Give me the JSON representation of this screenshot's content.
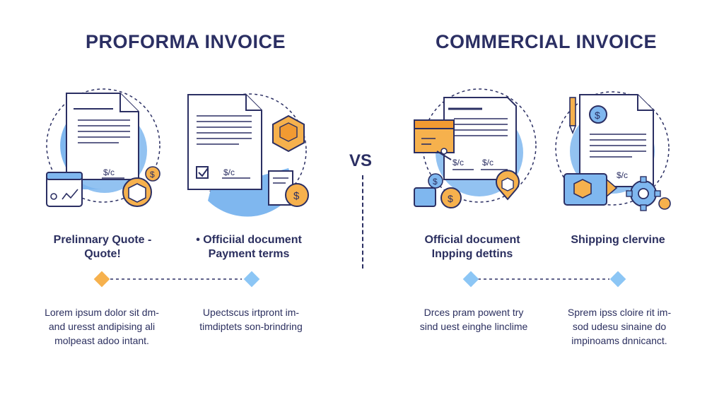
{
  "left": {
    "title": "PROFORMA INVOICE",
    "items": [
      {
        "label_line1": "Prelinnary Quote -",
        "label_line2": "Quote!",
        "desc_line1": "Lorem ipsum dolor sit dm-",
        "desc_line2": "and uresst andipising ali",
        "desc_line3": "molpeast adoo intant."
      },
      {
        "label_line1": "• Officiial document",
        "label_line2": "Payment terms",
        "desc_line1": "Upectscus irtpront im-",
        "desc_line2": "timdiptets son-brindring",
        "desc_line3": ""
      }
    ]
  },
  "vs": "VS",
  "right": {
    "title": "COMMERCIAL INVOICE",
    "items": [
      {
        "label_line1": "Official document",
        "label_line2": "Inpping dettins",
        "desc_line1": "Drces pram powent try",
        "desc_line2": "sind uest einghe linclime",
        "desc_line3": ""
      },
      {
        "label_line1": "Shipping clervine",
        "label_line2": "",
        "desc_line1": "Sprem ipss cloire rit im-",
        "desc_line2": "sod udesu sinaine do",
        "desc_line3": "impinoams dnnicanct."
      }
    ]
  },
  "icons": [
    "document-dollar-icon",
    "calculator-chart-icon",
    "box-coin-icon",
    "signed-contract-icon",
    "checkbox-icon",
    "package-icon",
    "coin-icon",
    "shipping-box-icon",
    "pencil-icon",
    "gear-icon",
    "truck-box-icon",
    "wallet-icon"
  ],
  "sig_text": "$/c",
  "coin_symbol": "$",
  "colors": {
    "navy": "#2b2f63",
    "blue_circle": "#7fb7ef",
    "orange": "#f6b14d",
    "orange_dark": "#f29a32",
    "diamond_blue": "#8cc6f5"
  }
}
